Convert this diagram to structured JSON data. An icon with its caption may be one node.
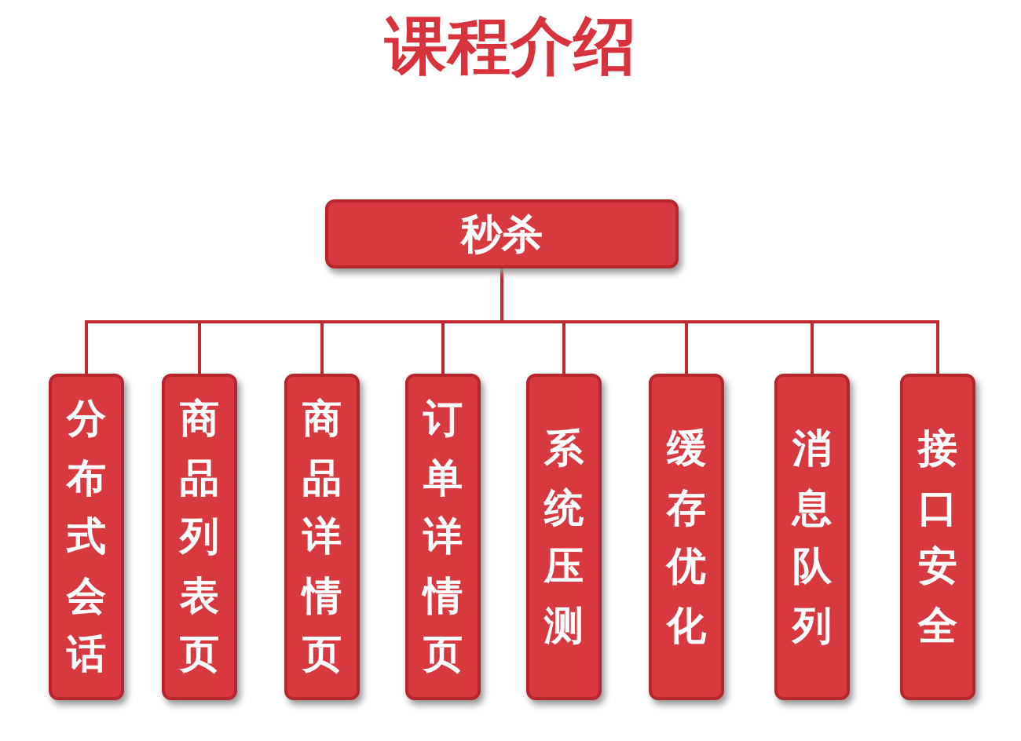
{
  "diagram": {
    "title": "课程介绍",
    "nodes": [
      {
        "text": [
          "秒杀"
        ]
      },
      {
        "text": [
          "分布式会话"
        ]
      },
      {
        "text": [
          "商品列表页"
        ]
      },
      {
        "text": [
          "商品详情页"
        ]
      },
      {
        "text": [
          "订单详情页"
        ]
      },
      {
        "text": [
          "系统压测"
        ]
      },
      {
        "text": [
          "缓存优化"
        ]
      },
      {
        "text": [
          "消息队列"
        ]
      },
      {
        "text": [
          "接口安全"
        ]
      }
    ],
    "edges": [
      {
        "from": 0,
        "to": 1,
        "arrow": "none"
      },
      {
        "from": 0,
        "to": 2,
        "arrow": "none"
      },
      {
        "from": 0,
        "to": 3,
        "arrow": "none"
      },
      {
        "from": 0,
        "to": 4,
        "arrow": "none"
      },
      {
        "from": 0,
        "to": 5,
        "arrow": "none"
      },
      {
        "from": 0,
        "to": 6,
        "arrow": "none"
      },
      {
        "from": 0,
        "to": 7,
        "arrow": "none"
      },
      {
        "from": 0,
        "to": 8,
        "arrow": "none"
      }
    ]
  }
}
